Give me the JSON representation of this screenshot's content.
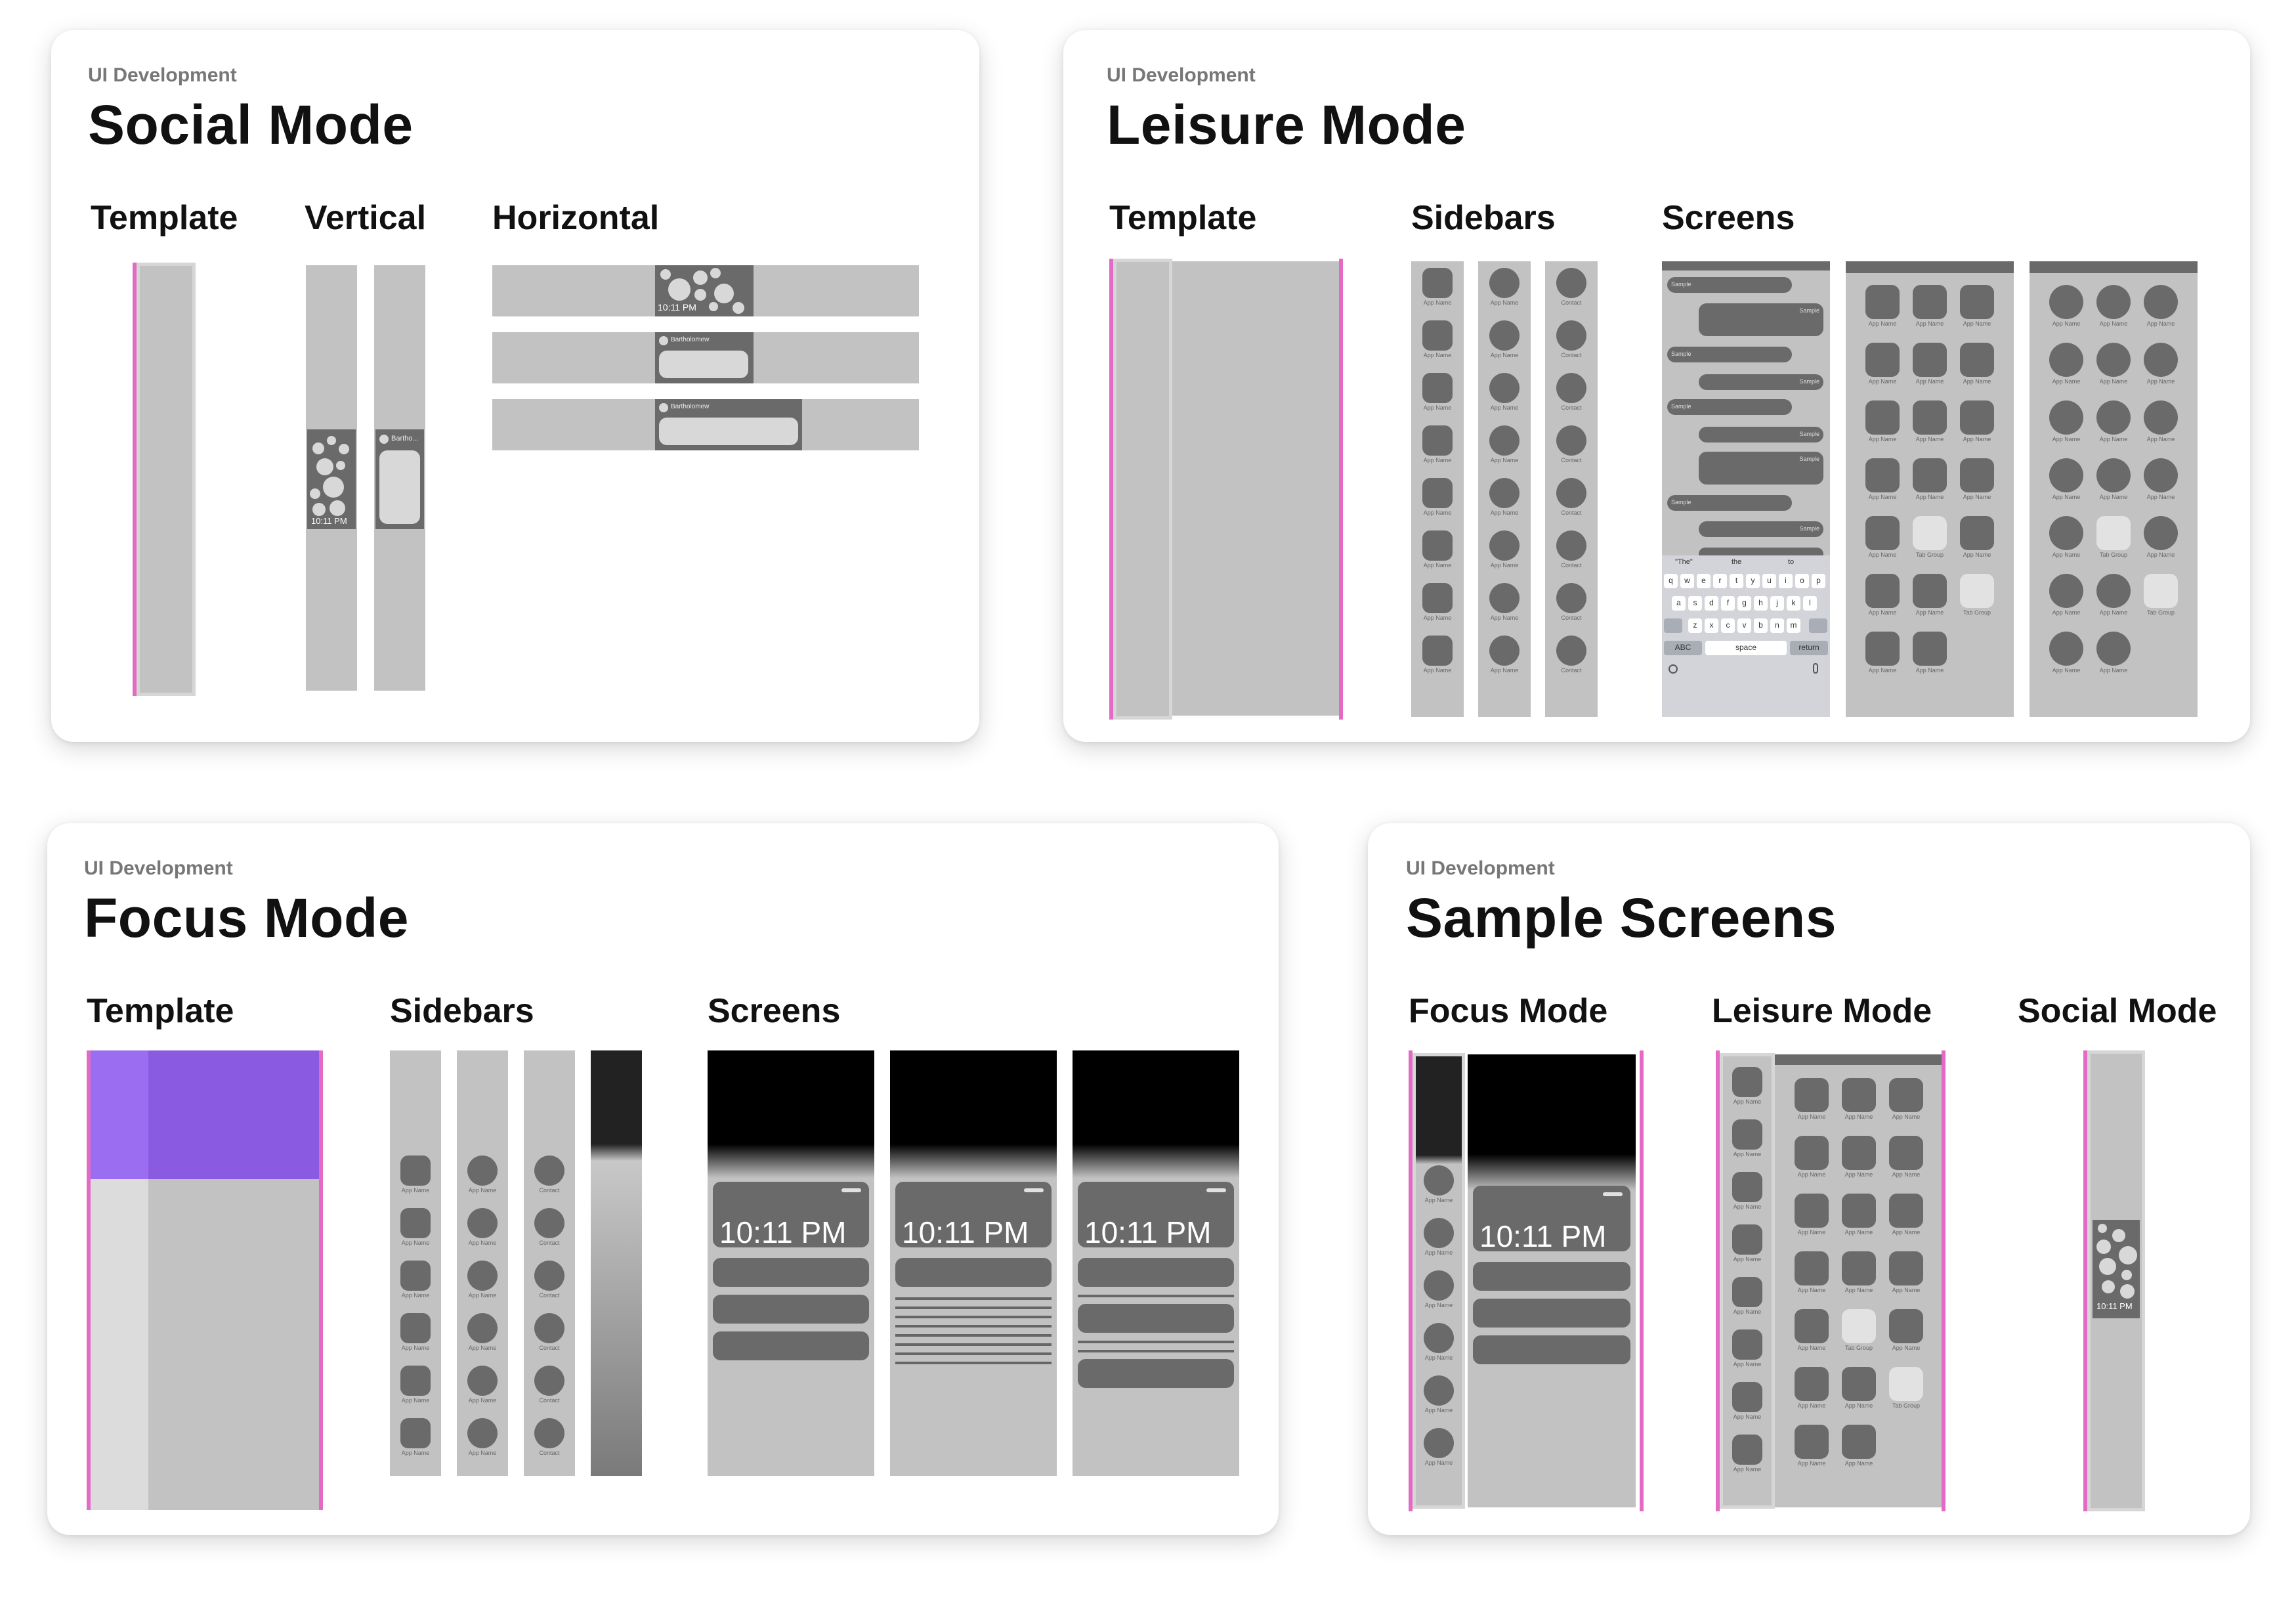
{
  "cards": {
    "social": {
      "kicker": "UI Development",
      "title": "Social Mode",
      "cols": [
        "Template",
        "Vertical",
        "Horizontal"
      ]
    },
    "leisure": {
      "kicker": "UI Development",
      "title": "Leisure Mode",
      "cols": [
        "Template",
        "Sidebars",
        "Screens"
      ]
    },
    "focus": {
      "kicker": "UI Development",
      "title": "Focus Mode",
      "cols": [
        "Template",
        "Sidebars",
        "Screens"
      ]
    },
    "sample": {
      "kicker": "UI Development",
      "title": "Sample Screens",
      "cols": [
        "Focus Mode",
        "Leisure Mode",
        "Social Mode"
      ]
    }
  },
  "time": "10:11 PM",
  "contact_name": "Bartholomew",
  "contact_short": "Bartho...",
  "app_label": "App Name",
  "contact_label": "Contact",
  "tab_group_label": "Tab Group",
  "sample_label": "Sample",
  "keyboard": {
    "suggestions": [
      "\"The\"",
      "the",
      "to"
    ],
    "row1": [
      "q",
      "w",
      "e",
      "r",
      "t",
      "y",
      "u",
      "i",
      "o",
      "p"
    ],
    "row2": [
      "a",
      "s",
      "d",
      "f",
      "g",
      "h",
      "j",
      "k",
      "l"
    ],
    "row3": [
      "z",
      "x",
      "c",
      "v",
      "b",
      "n",
      "m"
    ],
    "abc": "ABC",
    "space": "space",
    "return": "return"
  },
  "colors": {
    "accent_pink": "#e46bc5",
    "accent_purple": "#8b5be0",
    "placeholder_gray": "#c2c2c2",
    "dark_gray": "#6a6a6a"
  }
}
